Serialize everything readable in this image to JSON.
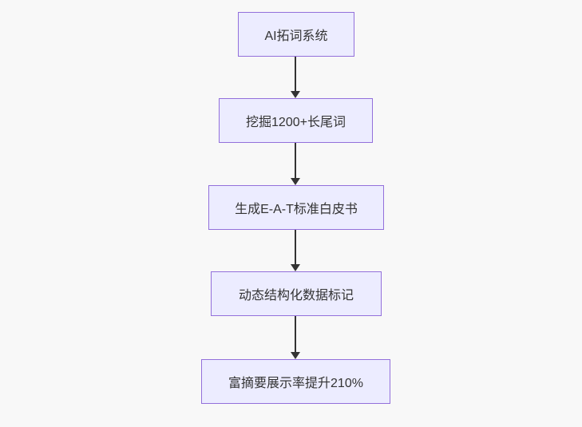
{
  "diagram": {
    "type": "flowchart",
    "direction": "top-down",
    "background_color": "#f8f8f8",
    "node_style": {
      "fill": "#ECECFF",
      "border": "#9370DB",
      "text_color": "#333333"
    },
    "edge_style": {
      "color": "#333333",
      "arrowhead": "filled-triangle-down"
    },
    "nodes": [
      {
        "label": "AI拓词系统"
      },
      {
        "label": "挖掘1200+长尾词"
      },
      {
        "label": "生成E-A-T标准白皮书"
      },
      {
        "label": "动态结构化数据标记"
      },
      {
        "label": "富摘要展示率提升210%"
      }
    ],
    "edges": [
      {
        "from": "AI拓词系统",
        "to": "挖掘1200+长尾词"
      },
      {
        "from": "挖掘1200+长尾词",
        "to": "生成E-A-T标准白皮书"
      },
      {
        "from": "生成E-A-T标准白皮书",
        "to": "动态结构化数据标记"
      },
      {
        "from": "动态结构化数据标记",
        "to": "富摘要展示率提升210%"
      }
    ]
  }
}
